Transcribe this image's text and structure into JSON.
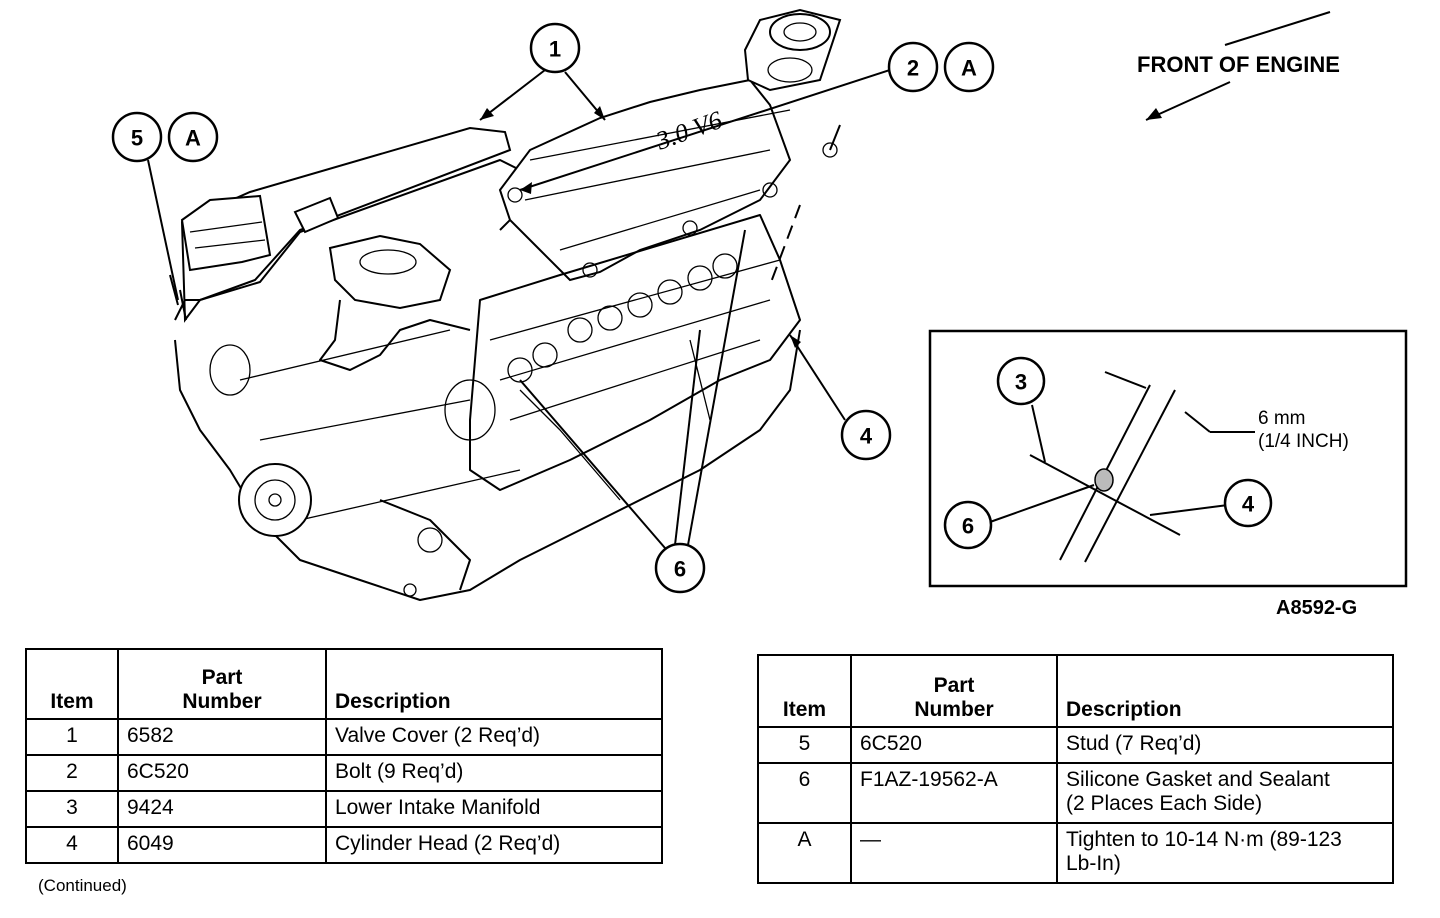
{
  "figure": {
    "front_label": "FRONT OF ENGINE",
    "figure_id": "A8592-G",
    "callouts_main": [
      "1",
      "2",
      "A",
      "5",
      "A",
      "4",
      "6"
    ],
    "inset": {
      "callouts": [
        "3",
        "4",
        "6"
      ],
      "dimension_mm": "6 mm",
      "dimension_in": "(1/4 INCH)"
    }
  },
  "table_left": {
    "headers": {
      "item": "Item",
      "part_number_1": "Part",
      "part_number_2": "Number",
      "description": "Description"
    },
    "rows": [
      {
        "item": "1",
        "part_number": "6582",
        "description": "Valve Cover (2 Req’d)"
      },
      {
        "item": "2",
        "part_number": "6C520",
        "description": "Bolt (9 Req’d)"
      },
      {
        "item": "3",
        "part_number": "9424",
        "description": "Lower Intake Manifold"
      },
      {
        "item": "4",
        "part_number": "6049",
        "description": "Cylinder Head (2 Req’d)"
      }
    ],
    "footnote": "(Continued)"
  },
  "table_right": {
    "headers": {
      "item": "Item",
      "part_number_1": "Part",
      "part_number_2": "Number",
      "description": "Description"
    },
    "rows": [
      {
        "item": "5",
        "part_number": "6C520",
        "description": "Stud (7 Req’d)"
      },
      {
        "item": "6",
        "part_number": "F1AZ-19562-A",
        "description_1": "Silicone Gasket and Sealant",
        "description_2": "(2 Places Each Side)"
      },
      {
        "item": "A",
        "part_number": "—",
        "description_1": "Tighten to 10-14 N·m (89-123",
        "description_2": "Lb-In)"
      }
    ]
  }
}
